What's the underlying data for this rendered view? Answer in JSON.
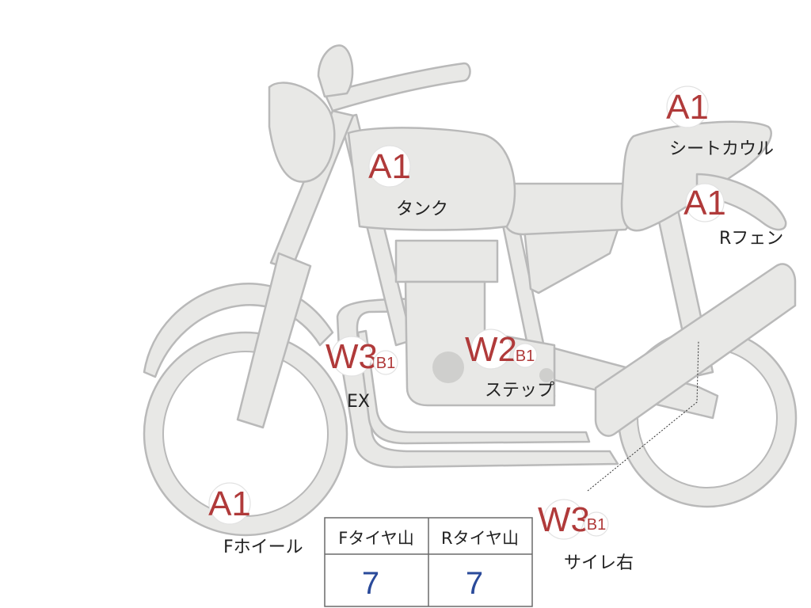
{
  "colors": {
    "grade_red": "#b03a3a",
    "value_blue": "#2a4a9a",
    "bike_fill": "#e8e8e6",
    "bike_stroke": "#b9b9b9"
  },
  "parts": [
    {
      "id": "tank",
      "grade": "A1",
      "sub": "",
      "label": "タンク"
    },
    {
      "id": "seat-cowl",
      "grade": "A1",
      "sub": "",
      "label": "シートカウル"
    },
    {
      "id": "r-fender",
      "grade": "A1",
      "sub": "",
      "label": "Rフェン"
    },
    {
      "id": "exhaust",
      "grade": "W3",
      "sub": "B1",
      "label": "EX"
    },
    {
      "id": "step",
      "grade": "W2",
      "sub": "B1",
      "label": "ステップ"
    },
    {
      "id": "f-wheel",
      "grade": "A1",
      "sub": "",
      "label": "Fホイール"
    },
    {
      "id": "silencer-r",
      "grade": "W3",
      "sub": "B1",
      "label": "サイレ右"
    }
  ],
  "tire_table": {
    "headers": [
      "Fタイヤ山",
      "Rタイヤ山"
    ],
    "values": [
      "7",
      "7"
    ]
  }
}
